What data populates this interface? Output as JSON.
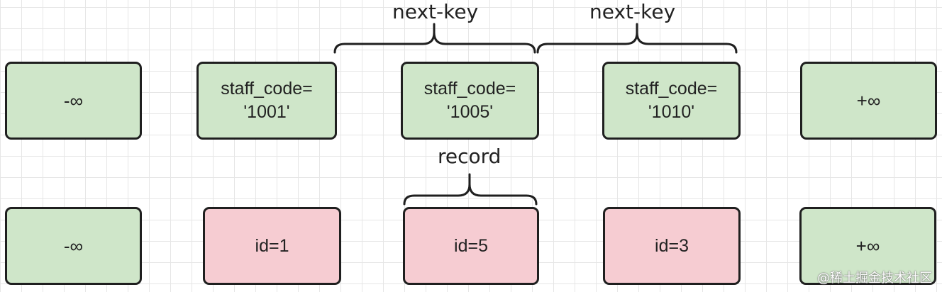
{
  "diagram": {
    "labels": {
      "next_key_1": "next-key",
      "next_key_2": "next-key",
      "record": "record"
    },
    "index_row": [
      {
        "text": "-∞"
      },
      {
        "text": "staff_code=\n'1001'"
      },
      {
        "text": "staff_code=\n'1005'"
      },
      {
        "text": "staff_code=\n'1010'"
      },
      {
        "text": "+∞"
      }
    ],
    "primary_row": [
      {
        "text": "-∞"
      },
      {
        "text": "id=1"
      },
      {
        "text": "id=5"
      },
      {
        "text": "id=3"
      },
      {
        "text": "+∞"
      }
    ],
    "colors": {
      "index_box": "#cfe6c9",
      "record_box": "#f6ccd2",
      "border": "#1f1f1f"
    }
  },
  "watermark": "@稀土掘金技术社区"
}
